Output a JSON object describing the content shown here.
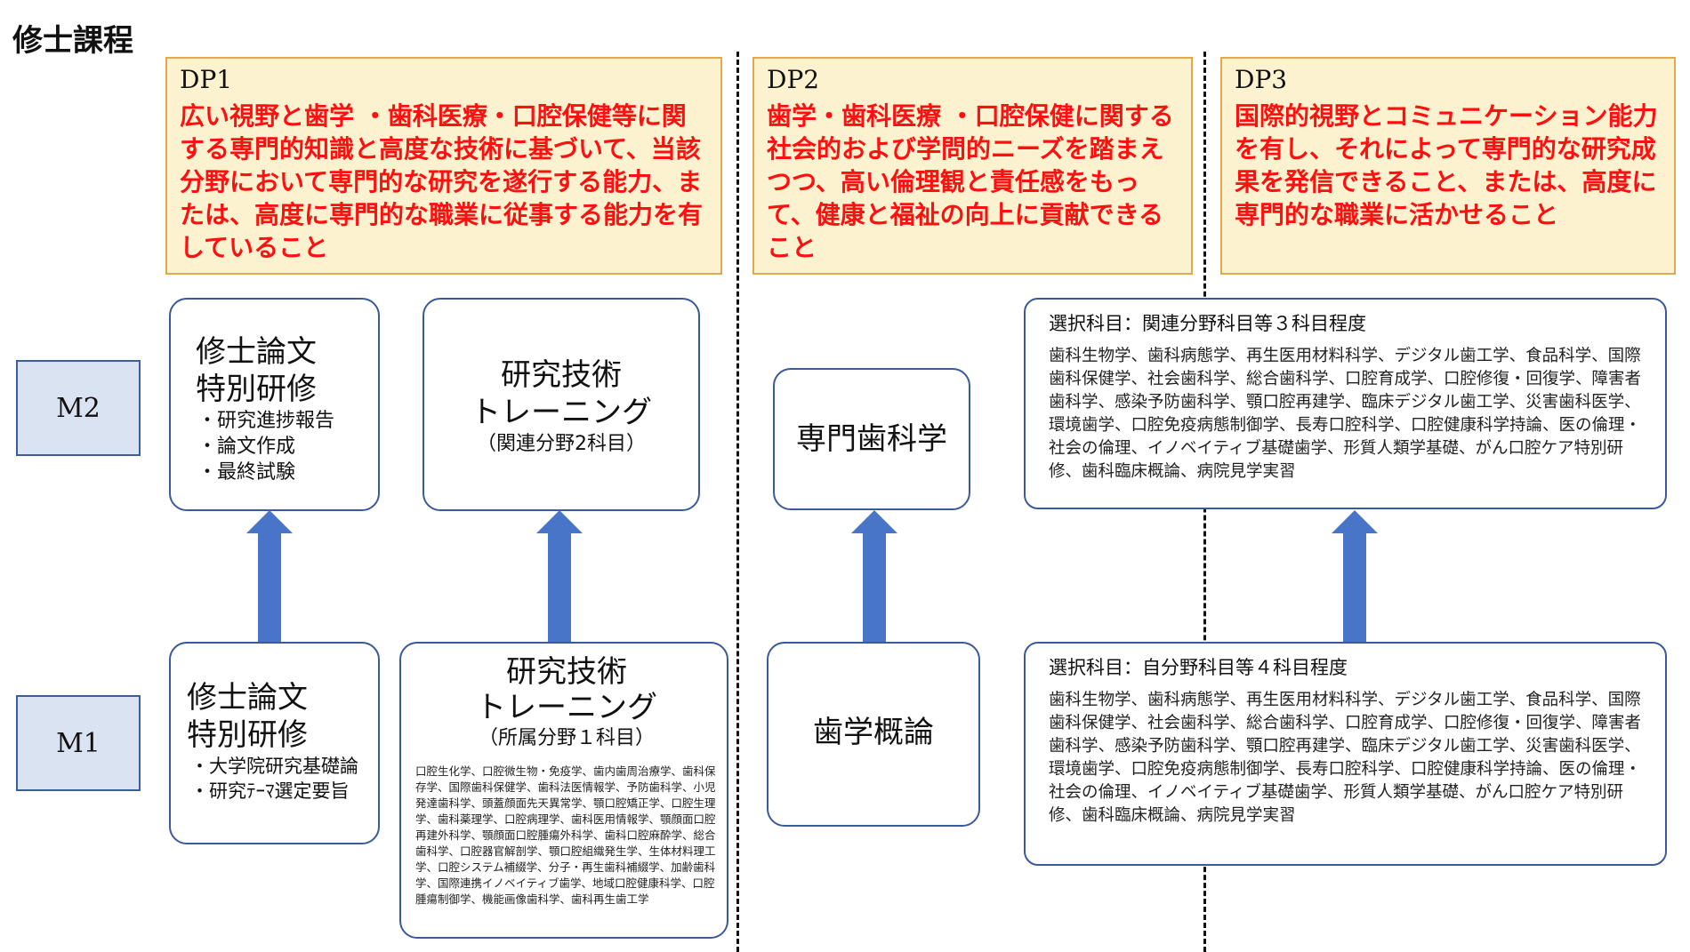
{
  "title": "修士課程",
  "dp": [
    {
      "label": "DP1",
      "text": "広い視野と歯学 ・歯科医療・口腔保健等に関する専門的知識と高度な技術に基づいて、当該分野において専門的な研究を遂行する能力、または、高度に専門的な職業に従事する能力を有していること"
    },
    {
      "label": "DP2",
      "text": "歯学・歯科医療 ・口腔保健に関する社会的および学問的ニーズを踏まえつつ、高い倫理観と責任感をもって、健康と福祉の向上に貢献できること"
    },
    {
      "label": "DP3",
      "text": "国際的視野とコミュニケーション能力を有し、それによって専門的な研究成果を発信できること、または、高度に専門的な職業に活かせること"
    }
  ],
  "levels": {
    "m2": "M2",
    "m1": "M1"
  },
  "m2": {
    "thesis": {
      "title1": "修士論文",
      "title2": "特別研修",
      "items": [
        "・研究進捗報告",
        "・論文作成",
        "・最終試験"
      ]
    },
    "research": {
      "title1": "研究技術",
      "title2": "トレーニング",
      "note": "（関連分野2科目）"
    },
    "specialty": {
      "title": "専門歯科学"
    },
    "elective": {
      "title": "選択科目：関連分野科目等３科目程度",
      "body": "歯科生物学、歯科病態学、再生医用材料科学、デジタル歯工学、食品科学、国際歯科保健学、社会歯科学、総合歯科学、口腔育成学、口腔修復・回復学、障害者歯科学、感染予防歯科学、顎口腔再建学、臨床デジタル歯工学、災害歯科医学、環境歯学、口腔免疫病態制御学、長寿口腔科学、口腔健康科学持論、医の倫理・社会の倫理、イノベイティブ基礎歯学、形質人類学基礎、がん口腔ケア特別研修、歯科臨床概論、病院見学実習"
    }
  },
  "m1": {
    "thesis": {
      "title1": "修士論文",
      "title2": "特別研修",
      "items": [
        "・大学院研究基礎論",
        "・研究ﾃｰﾏ選定要旨"
      ]
    },
    "research": {
      "title1": "研究技術",
      "title2": "トレーニング",
      "note": "（所属分野１科目）",
      "subjects": "口腔生化学、口腔微生物・免疫学、歯内歯周治療学、歯科保存学、国際歯科保健学、歯科法医情報学、予防歯科学、小児発達歯科学、頭蓋顔面先天異常学、顎口腔矯正学、口腔生理学、歯科薬理学、口腔病理学、歯科医用情報学、顎顔面口腔再建外科学、顎顔面口腔腫瘍外科学、歯科口腔麻酔学、総合歯科学、口腔器官解剖学、顎口腔組織発生学、生体材料理工学、口腔システム補綴学、分子・再生歯科補綴学、加齢歯科学、国際連携イノベイティブ歯学、地域口腔健康科学、口腔腫瘍制御学、機能画像歯科学、歯科再生歯工学"
    },
    "intro": {
      "title": "歯学概論"
    },
    "elective": {
      "title": "選択科目：自分野科目等４科目程度",
      "body": "歯科生物学、歯科病態学、再生医用材料科学、デジタル歯工学、食品科学、国際歯科保健学、社会歯科学、総合歯科学、口腔育成学、口腔修復・回復学、障害者歯科学、感染予防歯科学、顎口腔再建学、臨床デジタル歯工学、災害歯科医学、環境歯学、口腔免疫病態制御学、長寿口腔科学、口腔健康科学持論、医の倫理・社会の倫理、イノベイティブ基礎歯学、形質人類学基礎、がん口腔ケア特別研修、歯科臨床概論、病院見学実習"
    }
  },
  "colors": {
    "dp_fill": "#fdf2d0",
    "dp_border": "#e0a94a",
    "dp_text": "#ff1010",
    "arrow": "#4875c8",
    "card_border": "#3a5a9c",
    "level_fill": "#dae3f2"
  }
}
